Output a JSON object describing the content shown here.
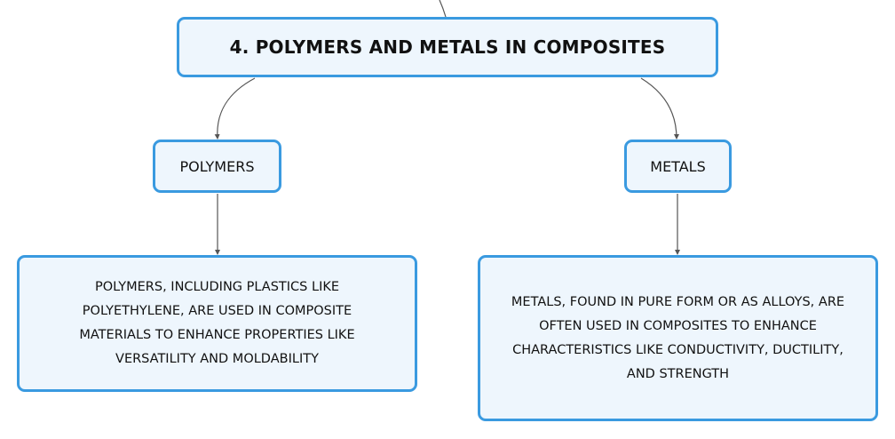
{
  "diagram": {
    "root": {
      "label": "4. POLYMERS AND METALS IN COMPOSITES"
    },
    "branches": [
      {
        "label": "POLYMERS",
        "detail": "POLYMERS, INCLUDING PLASTICS LIKE\nPOLYETHYLENE, ARE USED IN COMPOSITE\nMATERIALS TO ENHANCE PROPERTIES LIKE\nVERSATILITY AND MOLDABILITY"
      },
      {
        "label": "METALS",
        "detail": "METALS, FOUND IN PURE FORM OR AS ALLOYS, ARE\nOFTEN USED IN COMPOSITES TO ENHANCE\nCHARACTERISTICS LIKE CONDUCTIVITY, DUCTILITY,\nAND STRENGTH"
      }
    ]
  },
  "colors": {
    "node_border": "#3a9ae0",
    "node_fill": "#eef6fd",
    "connector": "#555555",
    "text": "#111111"
  }
}
